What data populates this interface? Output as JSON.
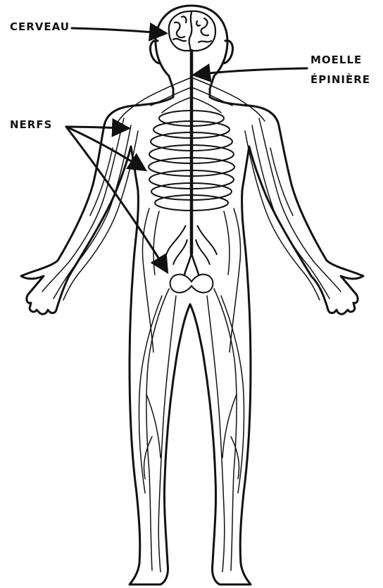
{
  "labels": {
    "brain": "Cerveau",
    "spinal_cord_line1": "Moelle",
    "spinal_cord_line2": "épinière",
    "nerves": "Nerfs"
  },
  "colors": {
    "ink": "#111111",
    "background": "#ffffff"
  }
}
